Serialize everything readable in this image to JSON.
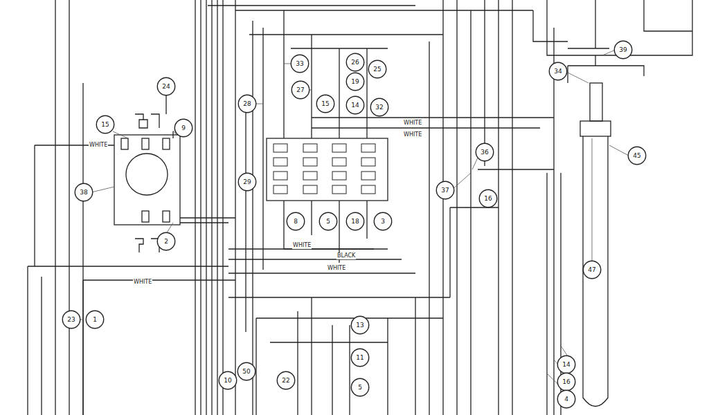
{
  "diagram": {
    "nodes": [
      {
        "text": [
          "24"
        ]
      },
      {
        "text": [
          "15"
        ]
      },
      {
        "text": [
          "9"
        ]
      },
      {
        "text": [
          "38"
        ]
      },
      {
        "text": [
          "2"
        ]
      },
      {
        "text": [
          "23"
        ]
      },
      {
        "text": [
          "1"
        ]
      },
      {
        "text": [
          "28"
        ]
      },
      {
        "text": [
          "27"
        ]
      },
      {
        "text": [
          "33"
        ]
      },
      {
        "text": [
          "15"
        ]
      },
      {
        "text": [
          "14"
        ]
      },
      {
        "text": [
          "26"
        ]
      },
      {
        "text": [
          "19"
        ]
      },
      {
        "text": [
          "25"
        ]
      },
      {
        "text": [
          "32"
        ]
      },
      {
        "text": [
          "29"
        ]
      },
      {
        "text": [
          "8"
        ]
      },
      {
        "text": [
          "5"
        ]
      },
      {
        "text": [
          "18"
        ]
      },
      {
        "text": [
          "3"
        ]
      },
      {
        "text": [
          "36"
        ]
      },
      {
        "text": [
          "37"
        ]
      },
      {
        "text": [
          "16"
        ]
      },
      {
        "text": [
          "39"
        ]
      },
      {
        "text": [
          "34"
        ]
      },
      {
        "text": [
          "45"
        ]
      },
      {
        "text": [
          "47"
        ]
      },
      {
        "text": [
          "14"
        ]
      },
      {
        "text": [
          "16"
        ]
      },
      {
        "text": [
          "4"
        ]
      },
      {
        "text": [
          "10"
        ]
      },
      {
        "text": [
          "50"
        ]
      },
      {
        "text": [
          "22"
        ]
      },
      {
        "text": [
          "13"
        ]
      },
      {
        "text": [
          "11"
        ]
      },
      {
        "text": [
          "5"
        ]
      }
    ],
    "labels": [
      "WHITE",
      "WHITE",
      "BLACK",
      "WHITE",
      "WHITE",
      "WHITE",
      "WHITE"
    ]
  }
}
